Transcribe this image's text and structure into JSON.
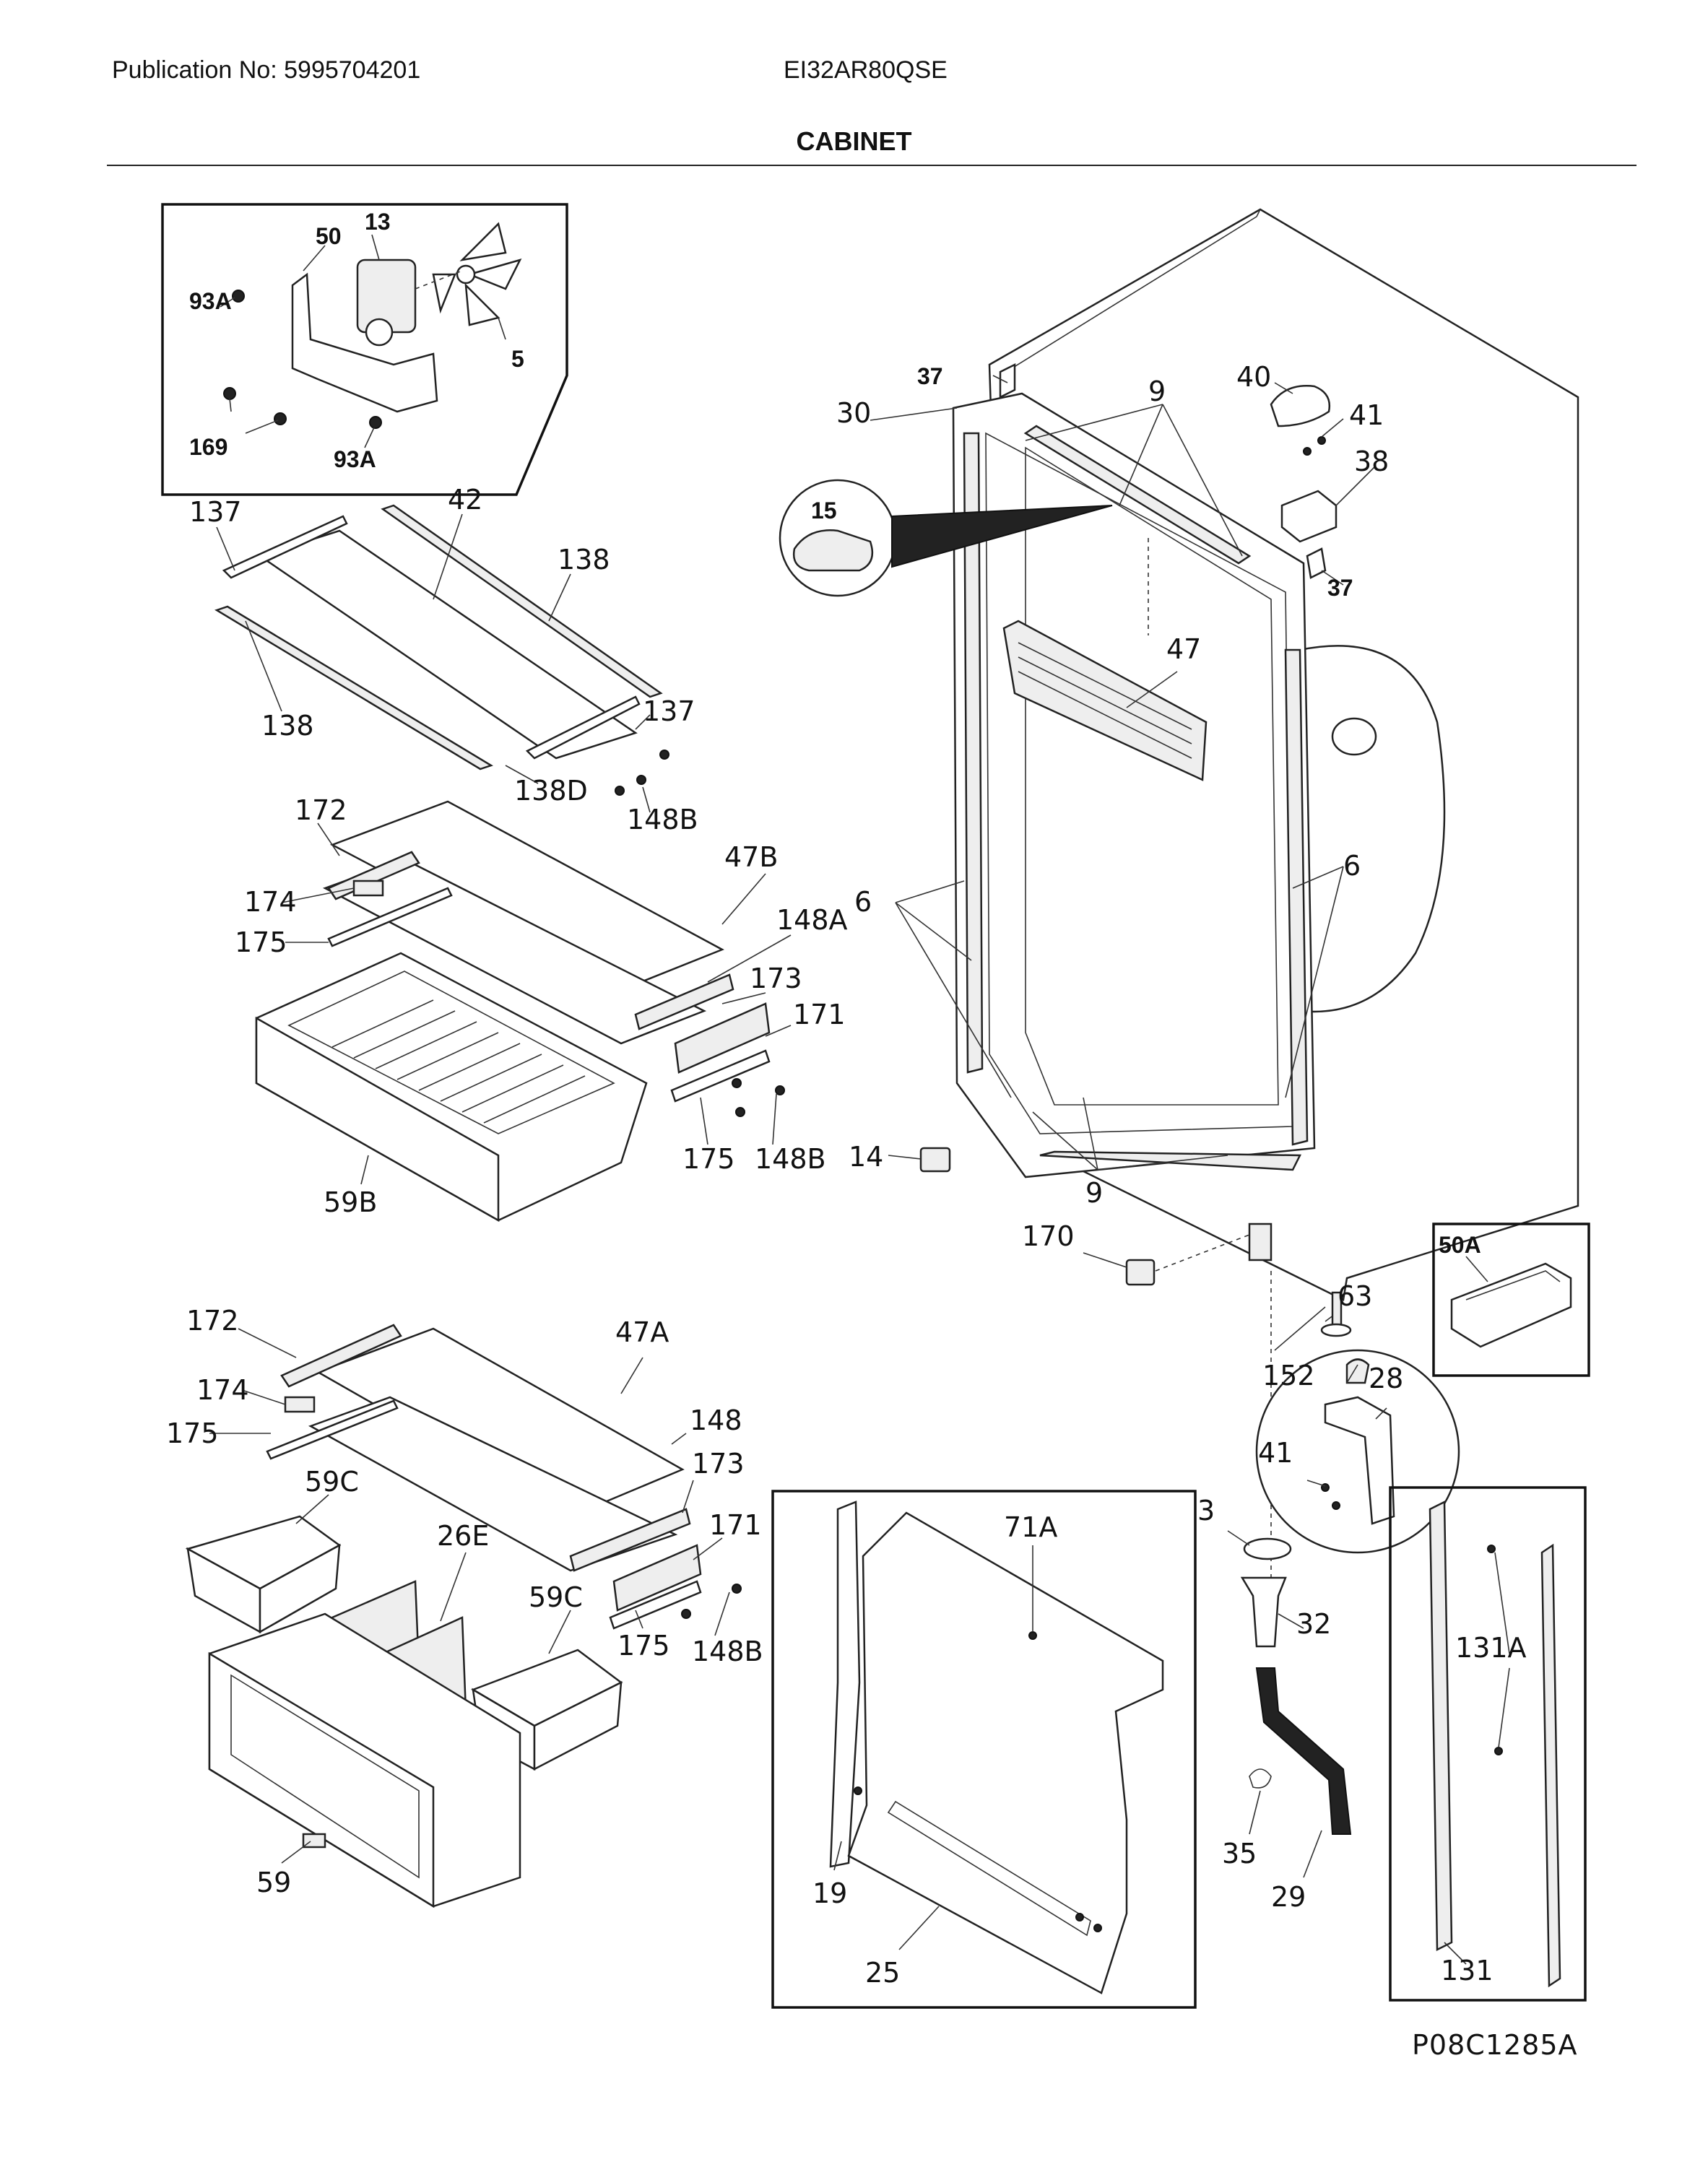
{
  "header": {
    "publication": "Publication No: 5995704201",
    "model": "EI32AR80QSE",
    "title": "CABINET"
  },
  "figure_code": "P08C1285A",
  "parts": {
    "p13": "13",
    "p50": "50",
    "p93a_1": "93A",
    "p5": "5",
    "p169": "169",
    "p93a_2": "93A",
    "p137_1": "137",
    "p42": "42",
    "p138_1": "138",
    "p138_2": "138",
    "p137_2": "137",
    "p138d": "138D",
    "p148b_1": "148B",
    "p172_1": "172",
    "p174_1": "174",
    "p175_1": "175",
    "p47b": "47B",
    "p148a": "148A",
    "p173_1": "173",
    "p171_1": "171",
    "p175_2": "175",
    "p148b_2": "148B",
    "p59b": "59B",
    "p172_2": "172",
    "p47a": "47A",
    "p174_2": "174",
    "p175_3": "175",
    "p148": "148",
    "p59c_1": "59C",
    "p173_2": "173",
    "p26e": "26E",
    "p171_2": "171",
    "p59c_2": "59C",
    "p175_4": "175",
    "p148b_3": "148B",
    "p59": "59",
    "p37_1": "37",
    "p30": "30",
    "p9_1": "9",
    "p40": "40",
    "p41_1": "41",
    "p38": "38",
    "p15": "15",
    "p37_2": "37",
    "p47": "47",
    "p6_1": "6",
    "p6_2": "6",
    "p14": "14",
    "p9_2": "9",
    "p170": "170",
    "p50a": "50A",
    "p63": "63",
    "p152": "152",
    "p28": "28",
    "p41_2": "41",
    "p3": "3",
    "p71a": "71A",
    "p32": "32",
    "p131a": "131A",
    "p35": "35",
    "p29": "29",
    "p19": "19",
    "p25": "25",
    "p131": "131"
  }
}
